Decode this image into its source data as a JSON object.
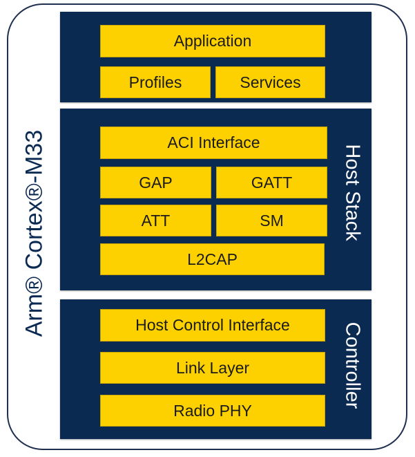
{
  "colors": {
    "block": "#0b2a52",
    "cell": "#fdd100",
    "cell_text": "#1b1b1b",
    "label_text": "#ffffff",
    "side_text": "#0b2a52"
  },
  "side_label": "Arm® Cortex®-M33",
  "application_block": {
    "application": "Application",
    "profiles": "Profiles",
    "services": "Services"
  },
  "host_block": {
    "label": "Host Stack",
    "aci": "ACI Interface",
    "gap": "GAP",
    "gatt": "GATT",
    "att": "ATT",
    "sm": "SM",
    "l2cap": "L2CAP"
  },
  "controller_block": {
    "label": "Controller",
    "hci": "Host Control Interface",
    "link_layer": "Link Layer",
    "radio_phy": "Radio PHY"
  }
}
